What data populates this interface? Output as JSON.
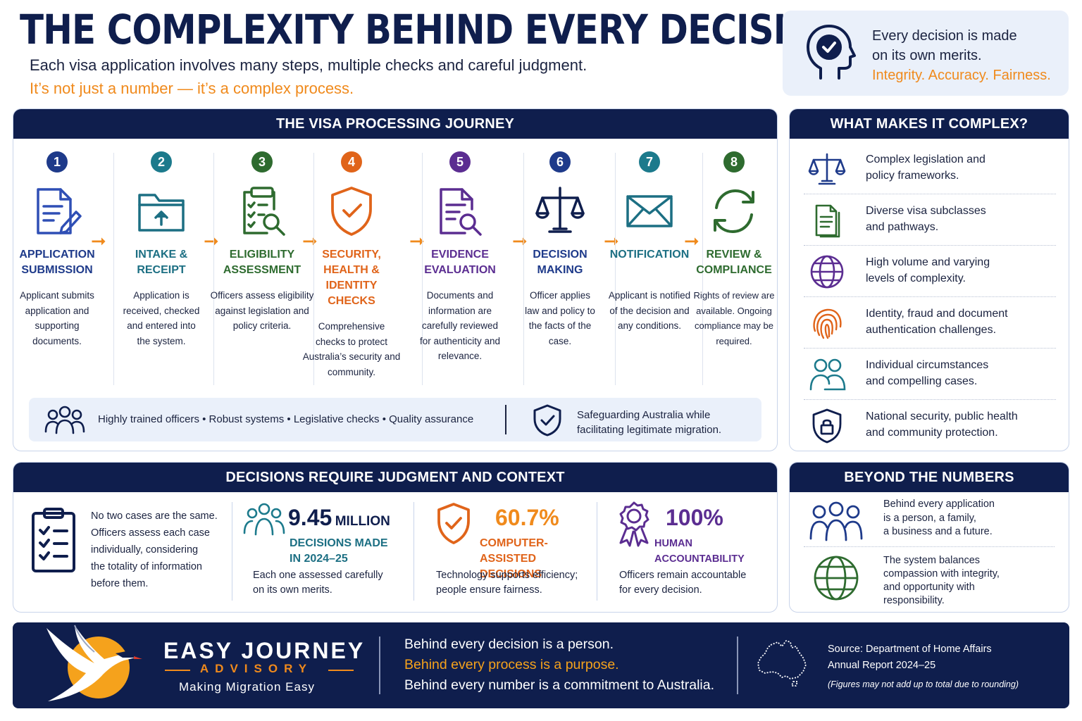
{
  "header": {
    "title": "THE COMPLEXITY BEHIND EVERY DECISION",
    "subtitle_1": "Each visa application involves many steps, multiple checks and careful judgment.",
    "subtitle_2": "It’s not just a number — it’s a complex process."
  },
  "merits": {
    "line_1": "Every decision is made",
    "line_2": "on its own merits.",
    "line_3": "Integrity. Accuracy. Fairness."
  },
  "journey": {
    "title": "THE VISA PROCESSING JOURNEY",
    "steps": [
      {
        "num": "1",
        "title_1": "APPLICATION",
        "title_2": "SUBMISSION",
        "title_3": "",
        "desc": "Applicant submits application and supporting documents.",
        "color": "#1e3a8a"
      },
      {
        "num": "2",
        "title_1": "INTAKE &",
        "title_2": "RECEIPT",
        "title_3": "",
        "desc": "Application is received, checked and entered into the system.",
        "color": "#1c7a8c"
      },
      {
        "num": "3",
        "title_1": "ELIGIBILITY",
        "title_2": "ASSESSMENT",
        "title_3": "",
        "desc": "Officers assess eligibility against legislation and policy criteria.",
        "color": "#2e6b2f"
      },
      {
        "num": "4",
        "title_1": "SECURITY,",
        "title_2": "HEALTH &",
        "title_3": "IDENTITY CHECKS",
        "desc": "Comprehensive checks to protect Australia’s security and community.",
        "color": "#e0641a"
      },
      {
        "num": "5",
        "title_1": "EVIDENCE",
        "title_2": "EVALUATION",
        "title_3": "",
        "desc": "Documents and information are carefully reviewed for authenticity and relevance.",
        "color": "#5b2d91"
      },
      {
        "num": "6",
        "title_1": "DECISION",
        "title_2": "MAKING",
        "title_3": "",
        "desc": "Officer applies law and policy to the facts of the case.",
        "color": "#1e3a8a"
      },
      {
        "num": "7",
        "title_1": "NOTIFICATION",
        "title_2": "",
        "title_3": "",
        "desc": "Applicant is notified of the decision and any conditions.",
        "color": "#1c7a8c"
      },
      {
        "num": "8",
        "title_1": "REVIEW &",
        "title_2": "COMPLIANCE",
        "title_3": "",
        "desc": "Rights of review are available. Ongoing compliance may be required.",
        "color": "#2e6b2f"
      }
    ],
    "qualities": "Highly trained officers • Robust systems • Legislative checks • Quality assurance",
    "safeguard_1": "Safeguarding Australia while",
    "safeguard_2": "facilitating legitimate migration."
  },
  "complex": {
    "title": "WHAT MAKES IT COMPLEX?",
    "items": [
      {
        "line_1": "Complex legislation and",
        "line_2": "policy frameworks."
      },
      {
        "line_1": "Diverse visa subclasses",
        "line_2": "and pathways."
      },
      {
        "line_1": "High volume and varying",
        "line_2": "levels of complexity."
      },
      {
        "line_1": "Identity, fraud and document",
        "line_2": "authentication challenges."
      },
      {
        "line_1": "Individual circumstances",
        "line_2": "and compelling cases."
      },
      {
        "line_1": "National security, public health",
        "line_2": "and community protection."
      }
    ]
  },
  "judgment": {
    "title": "DECISIONS REQUIRE JUDGMENT AND CONTEXT",
    "intro": [
      "No two cases are the same.",
      "Officers assess each case",
      "individually, considering",
      "the totality of information",
      "before them."
    ],
    "stat_1": {
      "value": "9.45",
      "unit": "MILLION",
      "label_1": "DECISIONS MADE",
      "label_2": "IN 2024–25",
      "desc_1": "Each one assessed carefully",
      "desc_2": "on its own merits."
    },
    "stat_2": {
      "value": "60.7%",
      "label_1": "COMPUTER-ASSISTED",
      "label_2": "DECISIONS",
      "desc_1": "Technology supports efficiency;",
      "desc_2": "people ensure fairness."
    },
    "stat_3": {
      "value": "100%",
      "label_1": "HUMAN ACCOUNTABILITY",
      "desc_1": "Officers remain accountable",
      "desc_2": "for every decision."
    }
  },
  "beyond": {
    "title": "BEYOND THE NUMBERS",
    "item_1": [
      "Behind every application",
      "is a person, a family,",
      "a business and a future."
    ],
    "item_2": [
      "The system balances",
      "compassion with integrity,",
      "and opportunity with",
      "responsibility."
    ]
  },
  "footer": {
    "brand": "EASY JOURNEY",
    "advisory": "ADVISORY",
    "tagline": "Making Migration Easy",
    "line_1": "Behind every decision is a person.",
    "line_2": "Behind every process is a purpose.",
    "line_3": "Behind every number is a commitment to Australia.",
    "source_1": "Source: Department of Home Affairs",
    "source_2": "Annual Report 2024–25",
    "note": "(Figures may not add up to total due to rounding)"
  },
  "colors": {
    "navy": "#0f1e4d",
    "orange": "#f08a1c",
    "light_blue": "#eaf0fa"
  }
}
